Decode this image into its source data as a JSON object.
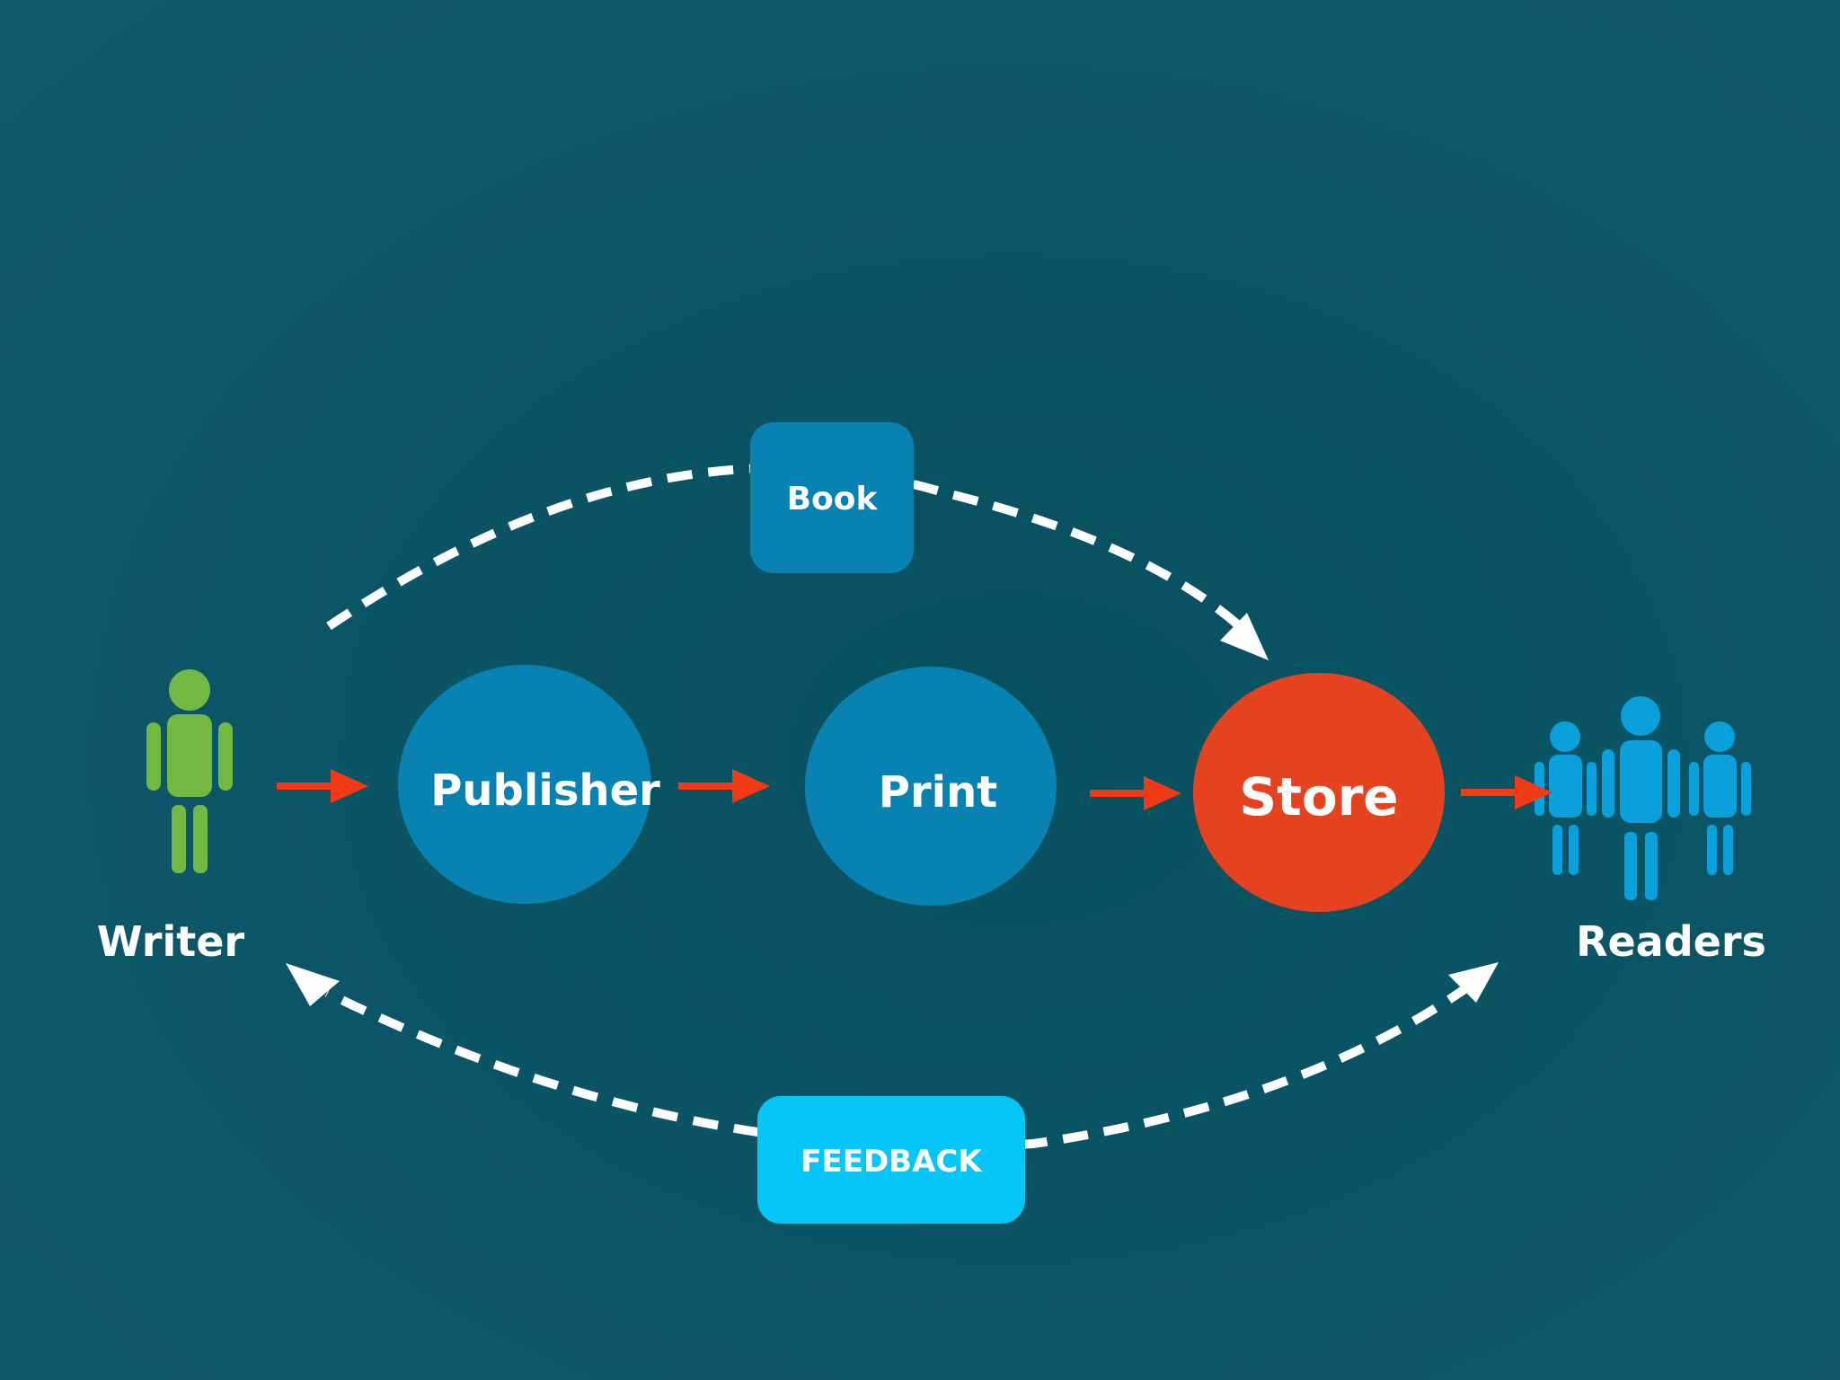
{
  "nodes": {
    "writer": "Writer",
    "publisher": "Publisher",
    "print": "Print",
    "store": "Store",
    "readers": "Readers",
    "book": "Book",
    "feedback": "FEEDBACK"
  },
  "colors": {
    "background": "#0f5a6c",
    "background_center": "#06505f",
    "process_circle": "#0782b1",
    "store_circle": "#e5421f",
    "book_box": "#0782b1",
    "feedback_box": "#06c6f8",
    "writer_icon": "#72b842",
    "readers_icon": "#0aa0dc",
    "flow_arrow": "#f23a17",
    "dashed_arrow": "#ffffff",
    "text": "#ffffff"
  },
  "icons": {
    "writer": "person-icon",
    "readers": "group-of-people-icon"
  }
}
